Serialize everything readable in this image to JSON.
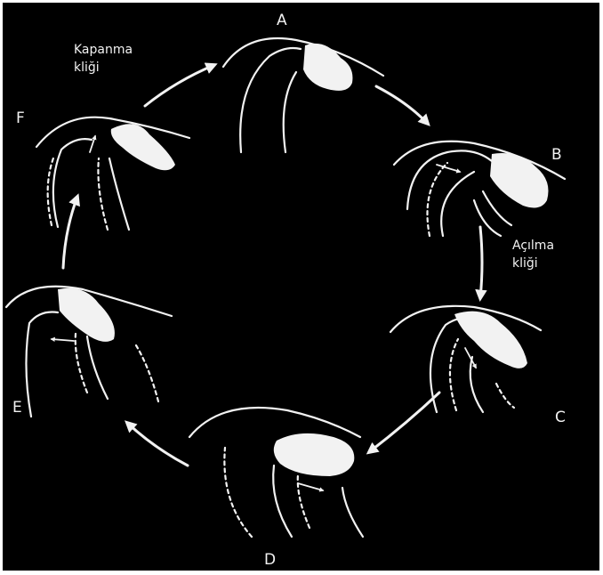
{
  "stages": [
    {
      "id": "A",
      "label": "A"
    },
    {
      "id": "B",
      "label": "B"
    },
    {
      "id": "C",
      "label": "C"
    },
    {
      "id": "D",
      "label": "D"
    },
    {
      "id": "E",
      "label": "E"
    },
    {
      "id": "F",
      "label": "F"
    }
  ],
  "annotations": {
    "closing_click": "Kapanma\nkliği",
    "opening_click": "Açılma\nkliği"
  },
  "colors": {
    "background": "#000000",
    "foreground": "#f2f2f2",
    "frame": "#ffffff"
  }
}
